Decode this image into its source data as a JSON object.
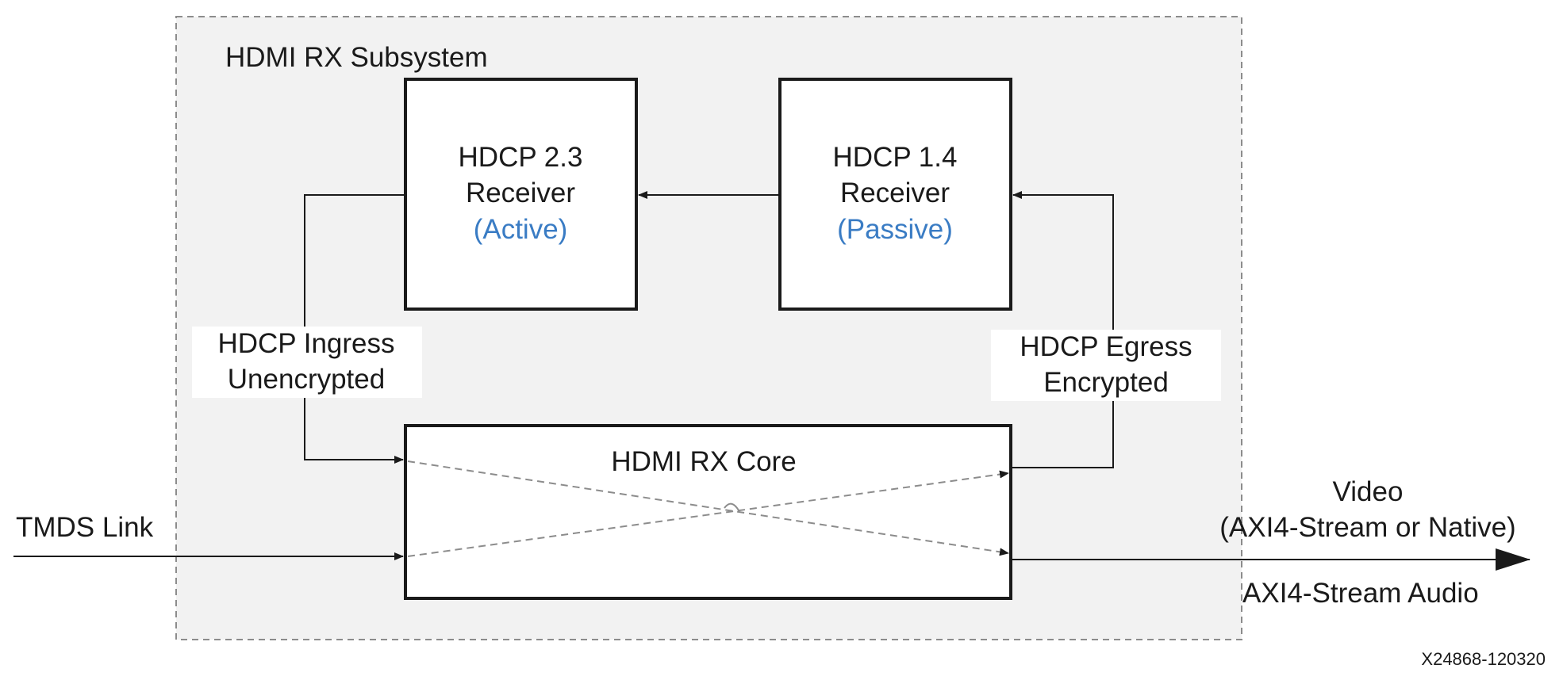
{
  "subsystem": {
    "title": "HDMI RX Subsystem"
  },
  "blocks": {
    "hdcp23": {
      "line1": "HDCP 2.3",
      "line2": "Receiver",
      "mode": "(Active)"
    },
    "hdcp14": {
      "line1": "HDCP 1.4",
      "line2": "Receiver",
      "mode": "(Passive)"
    },
    "core": {
      "label": "HDMI RX Core"
    }
  },
  "labels": {
    "ingress": {
      "line1": "HDCP Ingress",
      "line2": "Unencrypted"
    },
    "egress": {
      "line1": "HDCP Egress",
      "line2": "Encrypted"
    },
    "tmds": "TMDS Link",
    "video_line1": "Video",
    "video_line2": "(AXI4-Stream or Native)",
    "audio": "AXI4-Stream Audio"
  },
  "figure_id": "X24868-120320",
  "colors": {
    "accent": "#3a7cc4",
    "subsystem_fill": "#f2f2f2",
    "subsystem_border": "#8c8c8c",
    "line": "#1a1a1a",
    "crossover": "#8c8c8c"
  }
}
